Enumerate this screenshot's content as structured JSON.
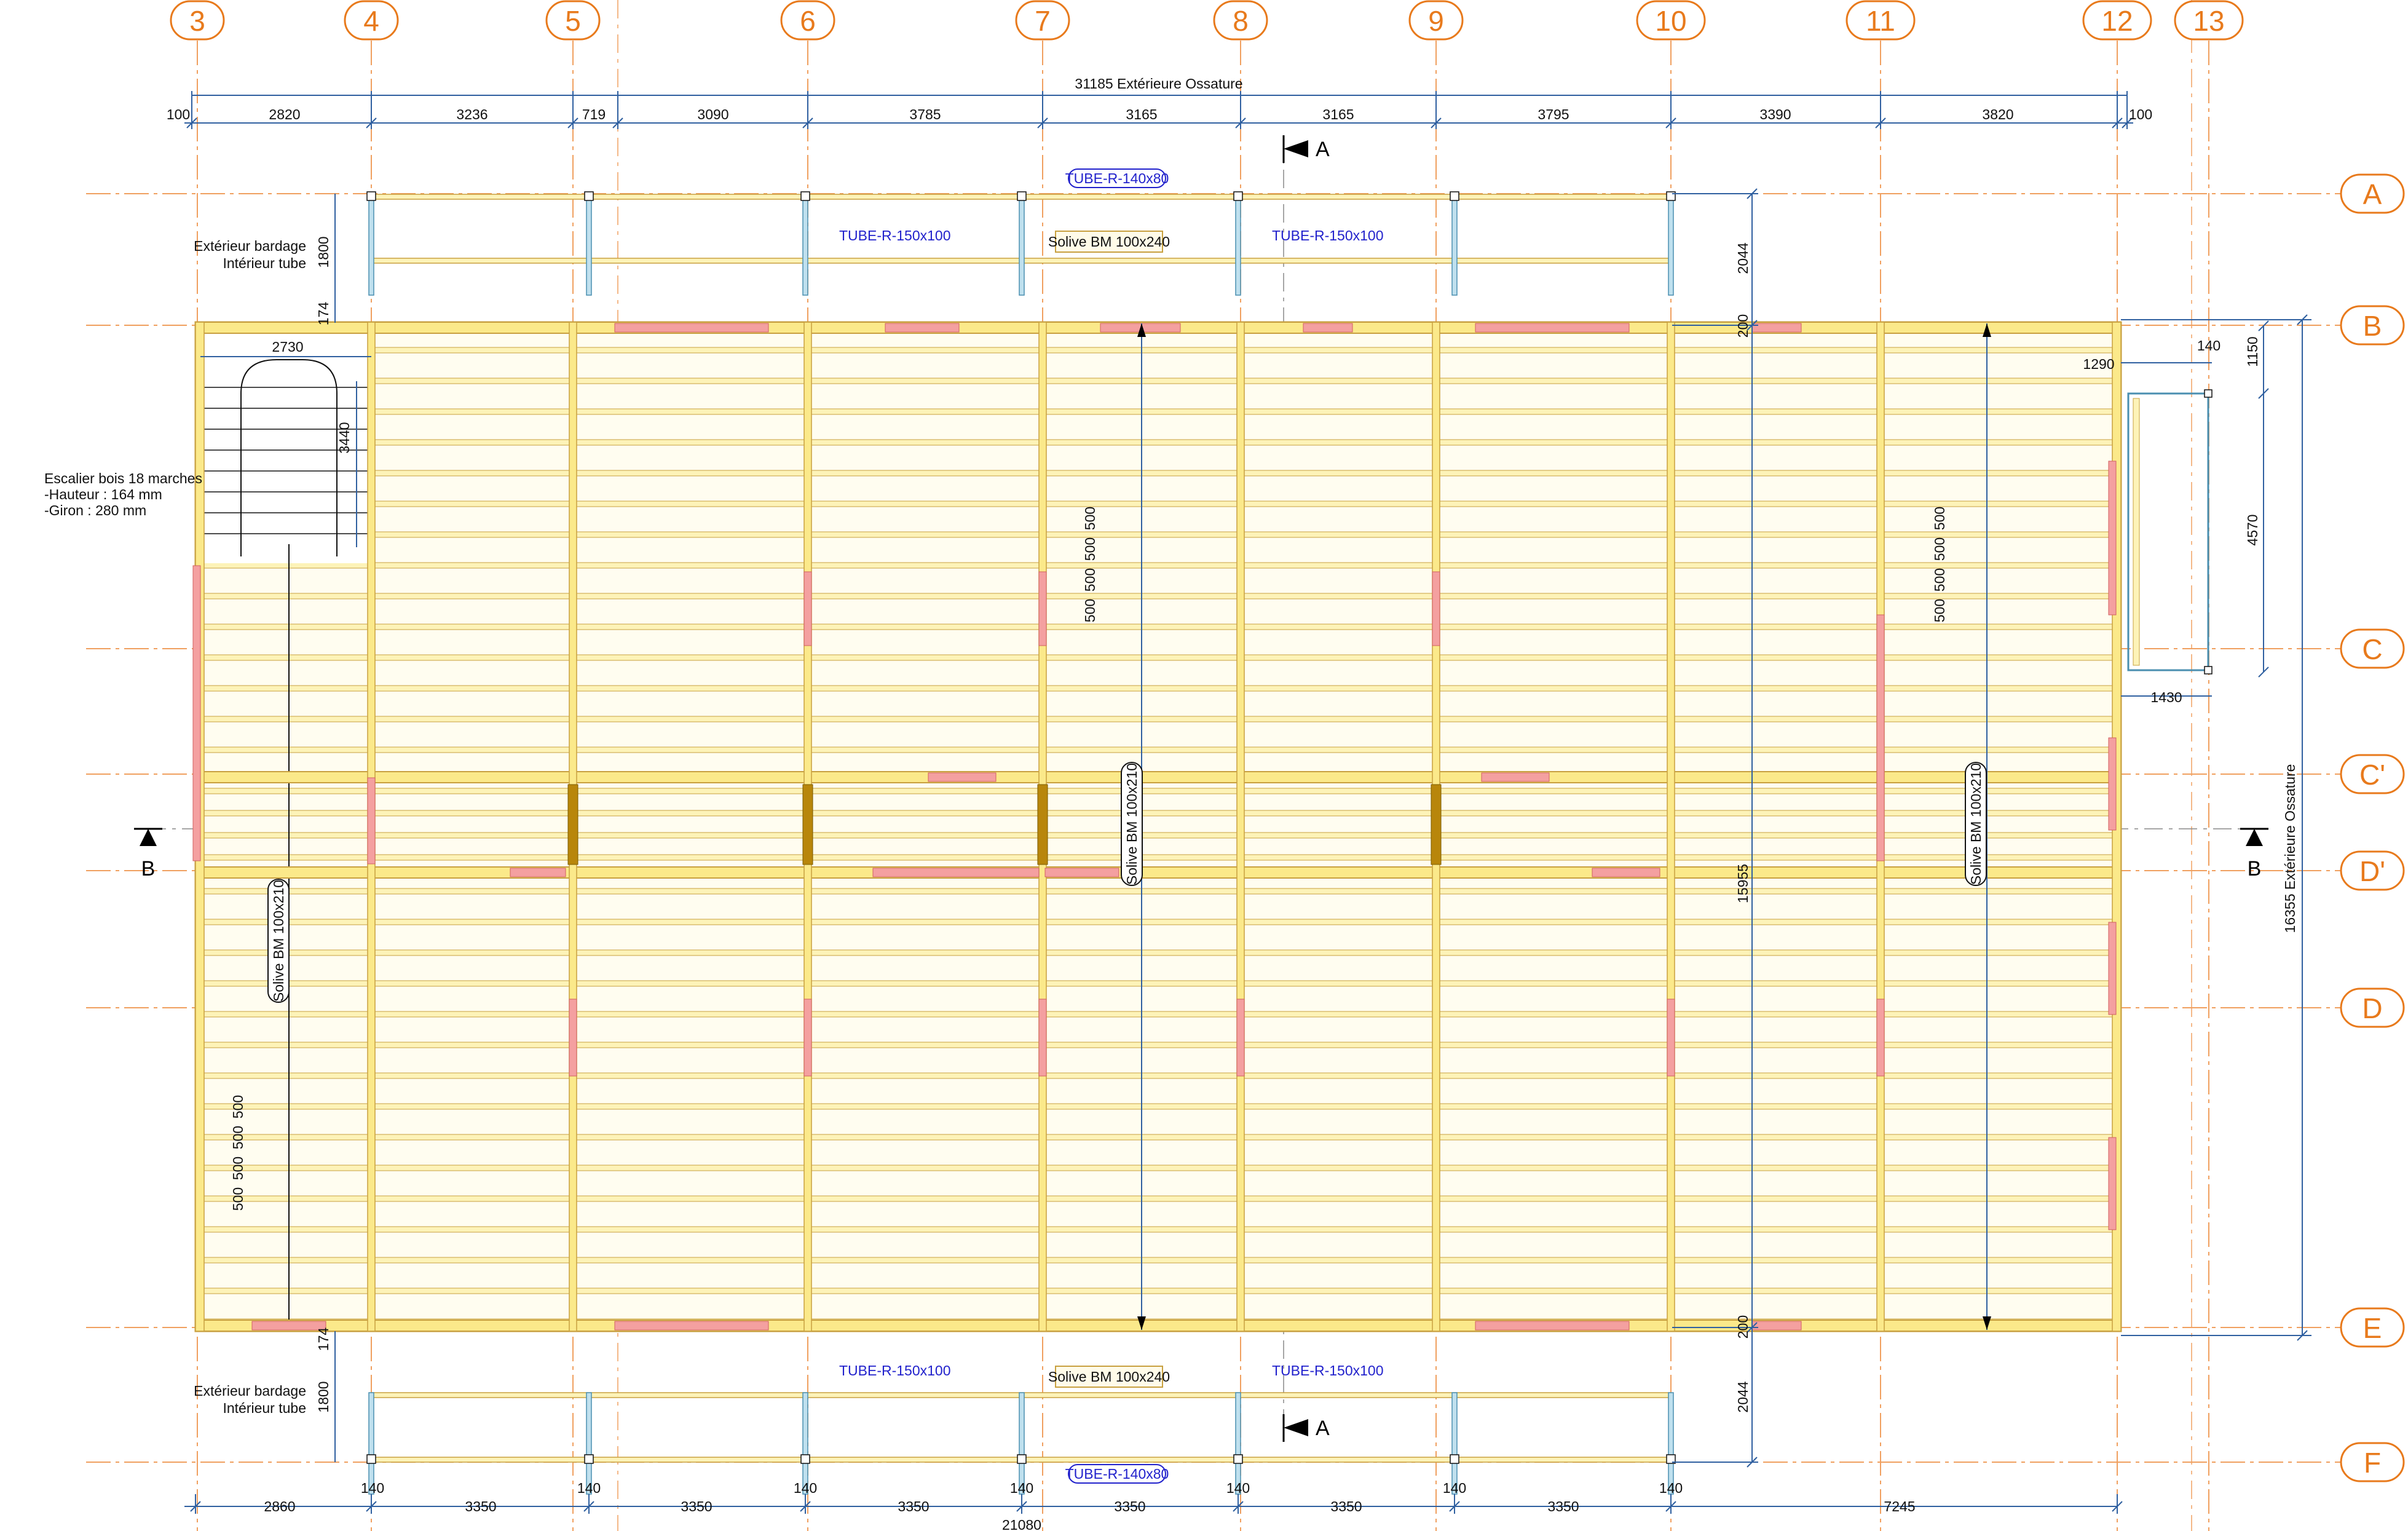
{
  "colors": {
    "grid_line": "#f0a060",
    "grid_bubble": "#e87a1c",
    "joist_fill": "#fdf3b8",
    "joist_stroke": "#c8a040",
    "block_red": "#f4a0a0",
    "block_brown": "#b8860b",
    "tube_blue": "#4a8fb0",
    "dim_blue": "#3060a0",
    "beam_label_blue": "#2222cc"
  },
  "columns": [
    {
      "label": "3"
    },
    {
      "label": "4"
    },
    {
      "label": "5"
    },
    {
      "label": "6"
    },
    {
      "label": "7"
    },
    {
      "label": "8"
    },
    {
      "label": "9"
    },
    {
      "label": "10"
    },
    {
      "label": "11"
    },
    {
      "label": "12"
    },
    {
      "label": "13"
    }
  ],
  "rows": [
    {
      "label": "A"
    },
    {
      "label": "B"
    },
    {
      "label": "C"
    },
    {
      "label": "C'"
    },
    {
      "label": "D'"
    },
    {
      "label": "D"
    },
    {
      "label": "E"
    },
    {
      "label": "F"
    }
  ],
  "top_dims": {
    "overall": "31185  Extérieure Ossature",
    "left_end": "100",
    "right_end": "100",
    "segments": [
      "2820",
      "3236",
      "719",
      "3090",
      "3785",
      "3165",
      "3165",
      "3795",
      "3390",
      "3820"
    ]
  },
  "bottom_dims": {
    "segments": [
      "2860",
      "3350",
      "3350",
      "3350",
      "3350",
      "3350",
      "3350",
      "7245"
    ],
    "posts": [
      "140",
      "140",
      "140",
      "140",
      "140",
      "140",
      "140"
    ],
    "sub_total": "21080"
  },
  "right_dims": {
    "overall": "16355  Extérieure Ossature",
    "landing": [
      "1150",
      "4570"
    ],
    "landing_width": [
      "1290",
      "140",
      "1430"
    ]
  },
  "inner_dims": {
    "inner_length": "15955",
    "canopy_depth": "2044",
    "plate": "200",
    "cladding_depth": "1800",
    "edge_offset": "174",
    "stair_width": "2730",
    "stair_run": "3440",
    "spacing": "500"
  },
  "labels": {
    "cladding_top": [
      "Extérieur bardage",
      "Intérieur tube"
    ],
    "cladding_bottom": [
      "Extérieur bardage",
      "Intérieur tube"
    ],
    "stair": [
      "Escalier bois 18 marches",
      "-Hauteur : 164 mm",
      "-Giron : 280 mm"
    ],
    "tube_140": "TUBE-R-140x80",
    "tube_150": "TUBE-R-150x100",
    "solive_240": "Solive BM 100x240",
    "solive_210": "Solive BM 100x210",
    "section_a": "A",
    "section_b": "B"
  }
}
